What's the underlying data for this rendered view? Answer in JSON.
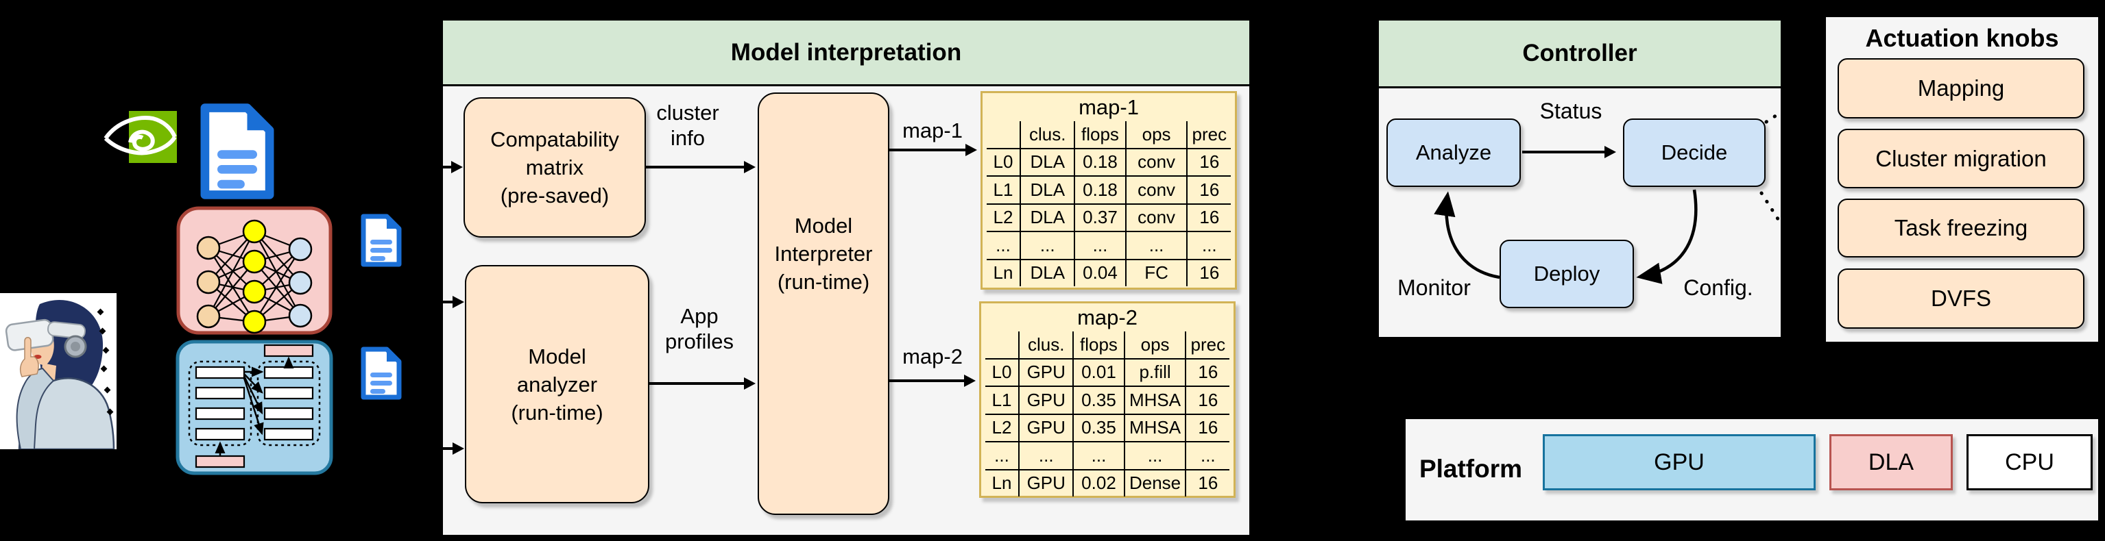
{
  "palette": {
    "header_green": "#d5e8d4",
    "panel_gray": "#f5f5f5",
    "box_peach": "#ffe6cc",
    "table_yellow": "#fff3cd",
    "table_border": "#d2b356",
    "node_blue": "#cfe3f7",
    "nvidia_green": "#76b900",
    "doc_blue": "#1a6fd6"
  },
  "model_interpretation": {
    "title": "Model interpretation",
    "compat_box_lines": [
      "Compatability",
      "matrix",
      "(pre-saved)"
    ],
    "analyzer_box_lines": [
      "Model",
      "analyzer",
      "(run-time)"
    ],
    "interpreter_box_lines": [
      "Model",
      "Interpreter",
      "(run-time)"
    ],
    "edge_labels": {
      "cluster_info": [
        "cluster",
        "info"
      ],
      "app_profiles": [
        "App",
        "profiles"
      ],
      "map1": "map-1",
      "map2": "map-2"
    },
    "map1": {
      "title": "map-1",
      "headers": [
        "",
        "clus.",
        "flops",
        "ops",
        "prec"
      ],
      "rows": [
        [
          "L0",
          "DLA",
          "0.18",
          "conv",
          "16"
        ],
        [
          "L1",
          "DLA",
          "0.18",
          "conv",
          "16"
        ],
        [
          "L2",
          "DLA",
          "0.37",
          "conv",
          "16"
        ],
        [
          "...",
          "...",
          "...",
          "...",
          "..."
        ],
        [
          "Ln",
          "DLA",
          "0.04",
          "FC",
          "16"
        ]
      ]
    },
    "map2": {
      "title": "map-2",
      "headers": [
        "",
        "clus.",
        "flops",
        "ops",
        "prec"
      ],
      "rows": [
        [
          "L0",
          "GPU",
          "0.01",
          "p.fill",
          "16"
        ],
        [
          "L1",
          "GPU",
          "0.35",
          "MHSA",
          "16"
        ],
        [
          "L2",
          "GPU",
          "0.35",
          "MHSA",
          "16"
        ],
        [
          "...",
          "...",
          "...",
          "...",
          "..."
        ],
        [
          "Ln",
          "GPU",
          "0.02",
          "Dense",
          "16"
        ]
      ]
    }
  },
  "controller": {
    "title": "Controller",
    "nodes": {
      "analyze": "Analyze",
      "decide": "Decide",
      "deploy": "Deploy"
    },
    "edge_labels": {
      "status": "Status",
      "monitor": "Monitor",
      "config": "Config."
    }
  },
  "actuation_knobs": {
    "title": "Actuation knobs",
    "items": [
      "Mapping",
      "Cluster migration",
      "Task freezing",
      "DVFS"
    ]
  },
  "platform": {
    "label": "Platform",
    "units": [
      {
        "name": "GPU",
        "fill": "#abd9ee",
        "border": "#17739e"
      },
      {
        "name": "DLA",
        "fill": "#f8cecc",
        "border": "#b85450"
      },
      {
        "name": "CPU",
        "fill": "#ffffff",
        "border": "#000000"
      }
    ]
  }
}
